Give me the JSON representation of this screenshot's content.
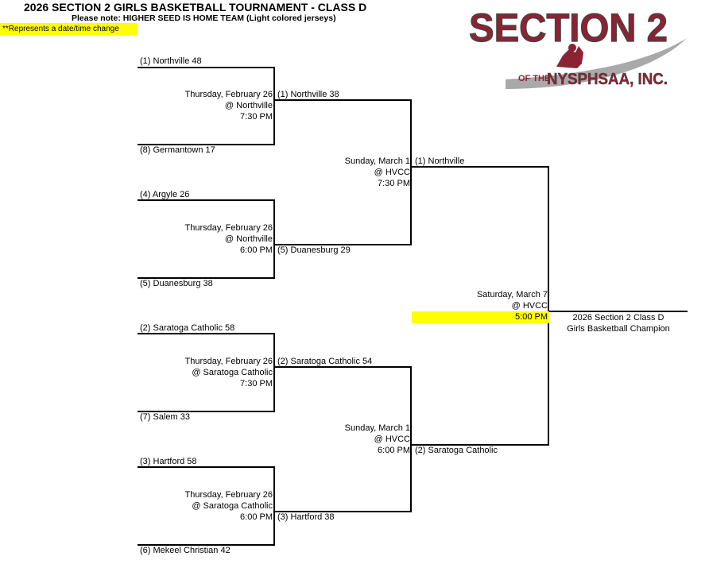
{
  "header": {
    "title": "2026 SECTION 2 GIRLS BASKETBALL TOURNAMENT - CLASS D",
    "subtitle": "Please note:  HIGHER SEED IS HOME TEAM (Light colored jerseys)",
    "change_note": "**Represents a date/time change"
  },
  "logo": {
    "main": "SECTION 2",
    "of_the": "OF THE",
    "org": "NYSPHSAA, INC.",
    "colors": {
      "maroon": "#8b2332",
      "gray": "#a9a9a9"
    }
  },
  "round1": {
    "teams": [
      "(1) Northville 48",
      "(8) Germantown 17",
      "(4) Argyle 26",
      "(5) Duanesburg 38",
      "(2) Saratoga Catholic 58",
      "(7) Salem 33",
      "(3) Hartford 58",
      "(6) Mekeel Christian 42"
    ],
    "games": [
      {
        "date": "Thursday, February 26",
        "venue": "@ Northville",
        "time": "7:30 PM"
      },
      {
        "date": "Thursday, February 26",
        "venue": "@ Northville",
        "time": "6:00 PM"
      },
      {
        "date": "Thursday, February 26",
        "venue": "@ Saratoga Catholic",
        "time": "7:30 PM"
      },
      {
        "date": "Thursday, February 26",
        "venue": "@ Saratoga Catholic",
        "time": "6:00 PM"
      }
    ]
  },
  "round2": {
    "teams": [
      "(1) Northville 38",
      "(5) Duanesburg 29",
      "(2) Saratoga Catholic 54",
      "(3) Hartford 38"
    ],
    "games": [
      {
        "date": "Sunday, March 1",
        "venue": "@ HVCC",
        "time": "7:30 PM"
      },
      {
        "date": "Sunday, March 1",
        "venue": "@ HVCC",
        "time": "6:00 PM"
      }
    ]
  },
  "final": {
    "teams": [
      "(1) Northville",
      "(2) Saratoga Catholic"
    ],
    "game": {
      "date": "Saturday, March 7",
      "venue": "@ HVCC",
      "time": "5:00 PM"
    },
    "champion_line1": "2026 Section 2 Class D",
    "champion_line2": "Girls Basketball Champion"
  }
}
